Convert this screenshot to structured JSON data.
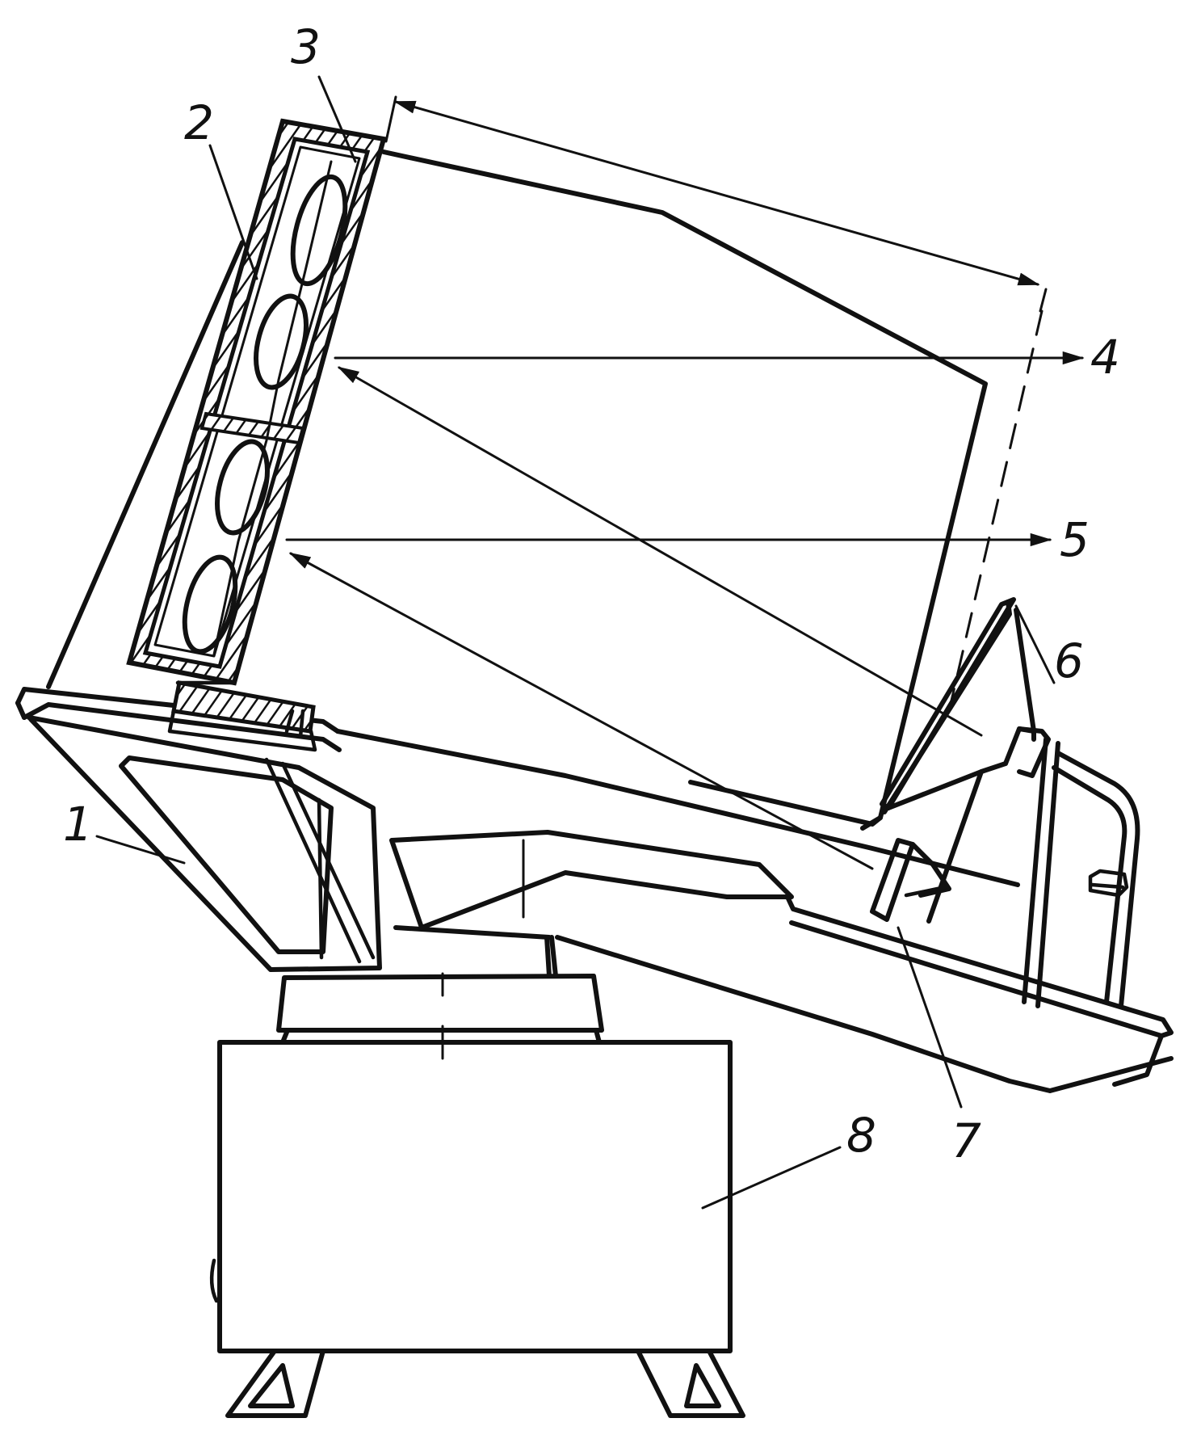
{
  "diagram": {
    "callouts": [
      {
        "id": "1",
        "text": "1"
      },
      {
        "id": "2",
        "text": "2"
      },
      {
        "id": "3",
        "text": "3"
      },
      {
        "id": "4",
        "text": "4"
      },
      {
        "id": "5",
        "text": "5"
      },
      {
        "id": "6",
        "text": "6"
      },
      {
        "id": "7",
        "text": "7"
      },
      {
        "id": "8",
        "text": "8"
      }
    ],
    "colors": {
      "ink": "#111111",
      "background": "#ffffff"
    }
  }
}
